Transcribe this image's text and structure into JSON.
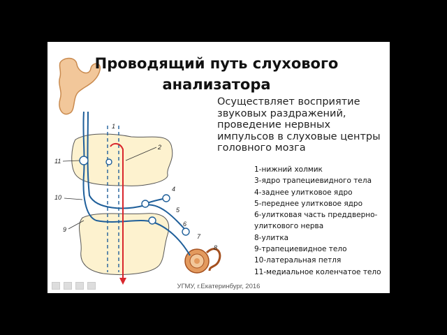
{
  "slide": {
    "title": "Проводящий путь слухового анализатора",
    "description": "Осуществляет восприятие звуковых раздражений, проведение нервных импульсов в слуховые центры головного мозга",
    "legend": [
      "1-нижний холмик",
      "3-ядро трапециевидного тела",
      "4-заднее улитковое ядро",
      "5-переднее улитковое ядро",
      "6-улитковая часть преддверно-",
      "улиткового нерва",
      "8-улитка",
      "9-трапециевидное тело",
      "10-латеральная петля",
      "11-медиальное коленчатое тело"
    ],
    "footer": "УГМУ, г.Екатеринбург, 2016"
  },
  "diagram": {
    "labels": [
      "1",
      "2",
      "4",
      "5",
      "6",
      "7",
      "8",
      "9",
      "10",
      "11"
    ],
    "colors": {
      "cortex": "#f2c79a",
      "tissue": "#fdf2cf",
      "pathway": "#1f5f9a",
      "descending": "#d9262c",
      "cochlea": "#d87a3c"
    }
  }
}
